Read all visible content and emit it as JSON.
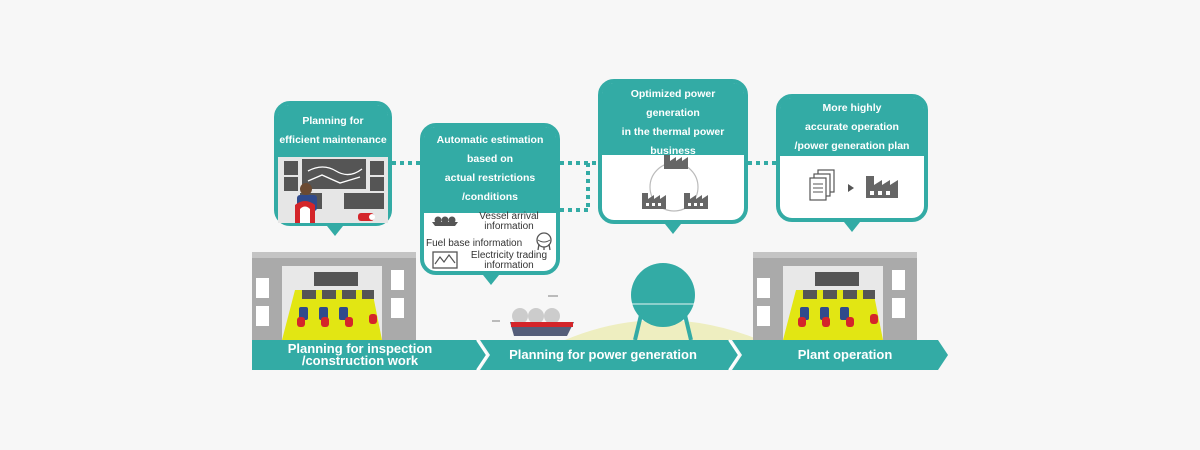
{
  "bubbles": {
    "maintenance": {
      "line1": "Planning for",
      "line2": "efficient maintenance"
    },
    "estimation": {
      "line1": "Automatic estimation",
      "line2": "based on",
      "line3": "actual restrictions",
      "line4": "/conditions",
      "info": {
        "vessel_1": "Vessel arrival",
        "vessel_2": "information",
        "fuel": "Fuel base information",
        "trading_1": "Electricity trading",
        "trading_2": "information"
      }
    },
    "optimized": {
      "line1": "Optimized power",
      "line2": "generation",
      "line3": "in the thermal power",
      "line4": "business"
    },
    "accurate": {
      "line1": "More highly",
      "line2": "accurate operation",
      "line3": "/power generation plan"
    }
  },
  "process": {
    "step1_line1": "Planning for inspection",
    "step1_line2": "/construction work",
    "step2": "Planning for power generation",
    "step3": "Plant operation"
  },
  "colors": {
    "teal": "#33aba5",
    "building_gray": "#aaaaaa",
    "floor_yellow": "#e2e613",
    "ground_cream": "#eeeec0",
    "ship_red": "#d4252a"
  }
}
